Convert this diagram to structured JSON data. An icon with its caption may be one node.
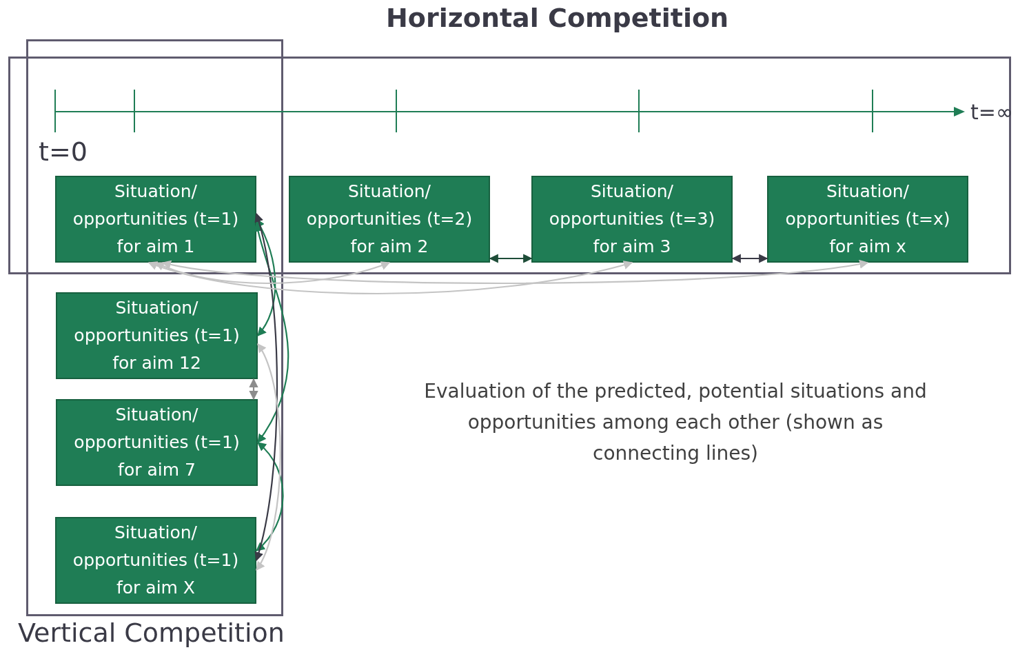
{
  "diagram": {
    "nodes": [
      {
        "text": [
          "Horizontal Competition"
        ]
      },
      {
        "text": [
          "Vertical  Competition"
        ]
      },
      {
        "text": [
          "Situation/ opportunities (t=1) for aim 1"
        ]
      },
      {
        "text": [
          "Situation/ opportunities (t=2) for aim  2"
        ],
        "in": 0
      },
      {
        "text": [
          "Situation/ opportunities (t=3) for aim 3"
        ],
        "in": 0
      },
      {
        "text": [
          "Situation/ opportunities (t=x) for aim x"
        ],
        "in": 0
      },
      {
        "text": [
          "Situation/ opportunities (t=1) for aim 12"
        ],
        "in": 1
      },
      {
        "text": [
          "Situation/ opportunities (t=1) for aim 7"
        ],
        "in": 1
      },
      {
        "text": [
          "Situation/ opportunities (t=1) for aim X"
        ],
        "in": 1
      }
    ],
    "edges": [
      {
        "from": 2,
        "to": 6,
        "arrow": "both",
        "color": "#1f7d55"
      },
      {
        "from": 2,
        "to": 7,
        "arrow": "both",
        "color": "#1f7d55"
      },
      {
        "from": 7,
        "to": 8,
        "arrow": "both",
        "color": "#1f7d55"
      },
      {
        "from": 2,
        "to": 8,
        "arrow": "both",
        "color": "#3a3a46"
      },
      {
        "from": 6,
        "to": 7,
        "arrow": "both",
        "color": "#8c8c8c"
      },
      {
        "from": 6,
        "to": 8,
        "arrow": "both",
        "color": "#c4c4c4"
      },
      {
        "from": 3,
        "to": 4,
        "arrow": "both",
        "color": "#1e4d38"
      },
      {
        "from": 4,
        "to": 5,
        "arrow": "both",
        "color": "#3a3a46"
      },
      {
        "from": 2,
        "to": 3,
        "arrow": "both",
        "color": "#c4c4c4"
      },
      {
        "from": 2,
        "to": 4,
        "arrow": "both",
        "color": "#c4c4c4"
      },
      {
        "from": 2,
        "to": 5,
        "arrow": "both",
        "color": "#c4c4c4"
      }
    ],
    "labels": [
      "t=0",
      "t=∞",
      "Evaluation of the predicted, potential situations and opportunities among each other (shown as connecting lines)"
    ]
  }
}
